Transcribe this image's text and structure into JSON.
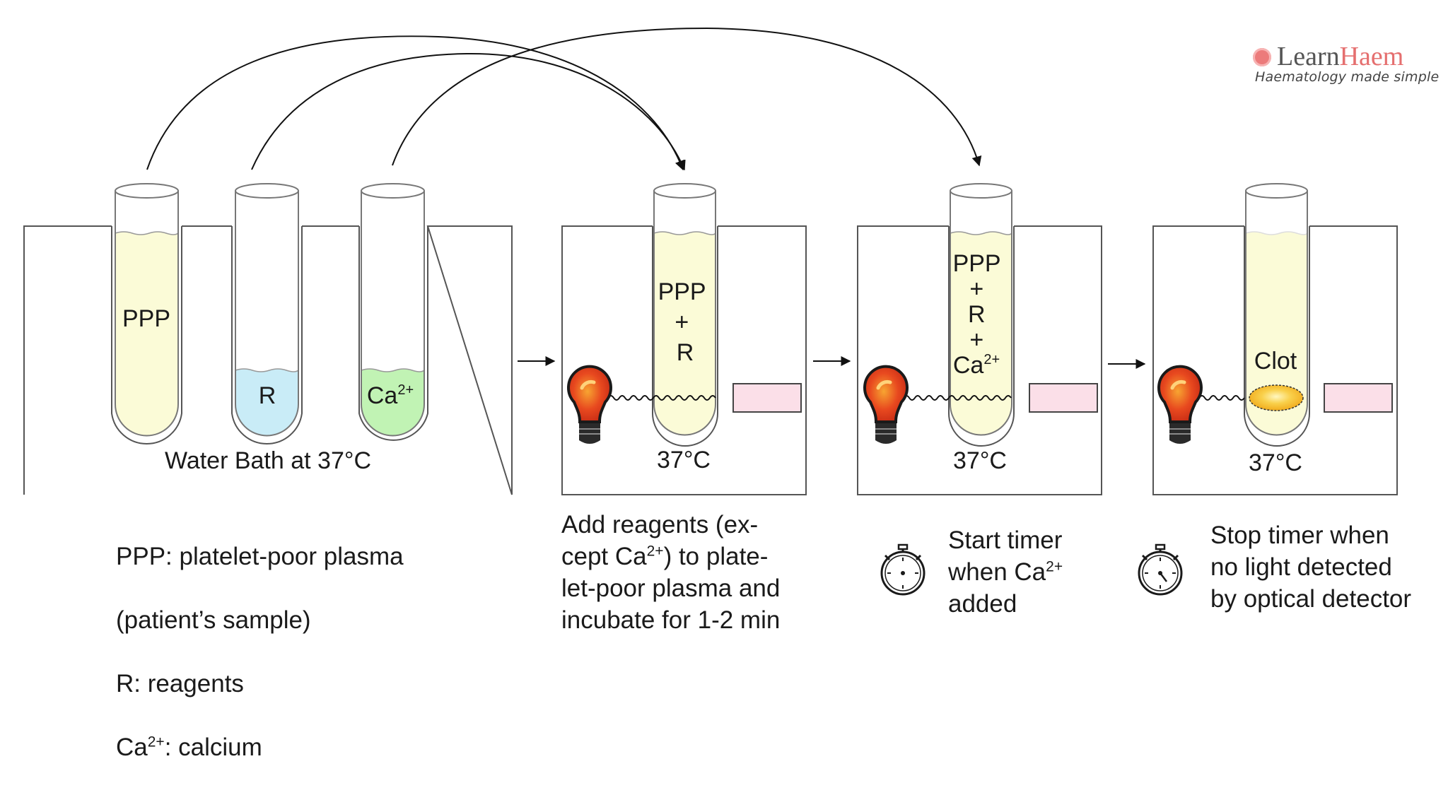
{
  "logo": {
    "name_part1": "Learn",
    "name_part2": "Haem",
    "tagline": "Haematology made simple"
  },
  "tubes": {
    "ppp": "PPP",
    "r": "R",
    "ca_base": "Ca",
    "ca_sup": "2+"
  },
  "bath": {
    "label": "Water Bath at 37°C"
  },
  "step2": {
    "line1": "PPP",
    "line2": "+",
    "line3": "R",
    "temp": "37°C"
  },
  "step3": {
    "line1": "PPP",
    "line2": "+",
    "line3": "R",
    "line4": "+",
    "ca_base": "Ca",
    "ca_sup": "2+",
    "temp": "37°C"
  },
  "step4": {
    "clot": "Clot",
    "temp": "37°C"
  },
  "captions": {
    "legend_ppp": "PPP: platelet-poor plasma",
    "legend_ppp2": "(patient’s sample)",
    "legend_r": "R: reagents",
    "legend_ca_base": "Ca",
    "legend_ca_sup": "2+",
    "legend_ca_rest": ": calcium",
    "add_a": "Add reagents (ex-\ncept Ca",
    "add_sup": "2+",
    "add_b": ") to plate-\nlet-poor plasma and\nincubate for 1-2 min",
    "start_a": "Start timer\nwhen Ca",
    "start_sup": "2+",
    "start_b": "\nadded",
    "stop": "Stop timer when\nno light detected\nby optical detector"
  },
  "colors": {
    "plasma": "#fbfbd7",
    "reagent": "#c9ecf7",
    "calcium": "#c1f3b4",
    "detector": "#fbdfe8",
    "clot": "#f7b51e",
    "bulb": "#e5381e"
  },
  "icons": [
    "lightbulb-icon",
    "stopwatch-icon",
    "arrow-right-icon",
    "curved-arrow"
  ]
}
